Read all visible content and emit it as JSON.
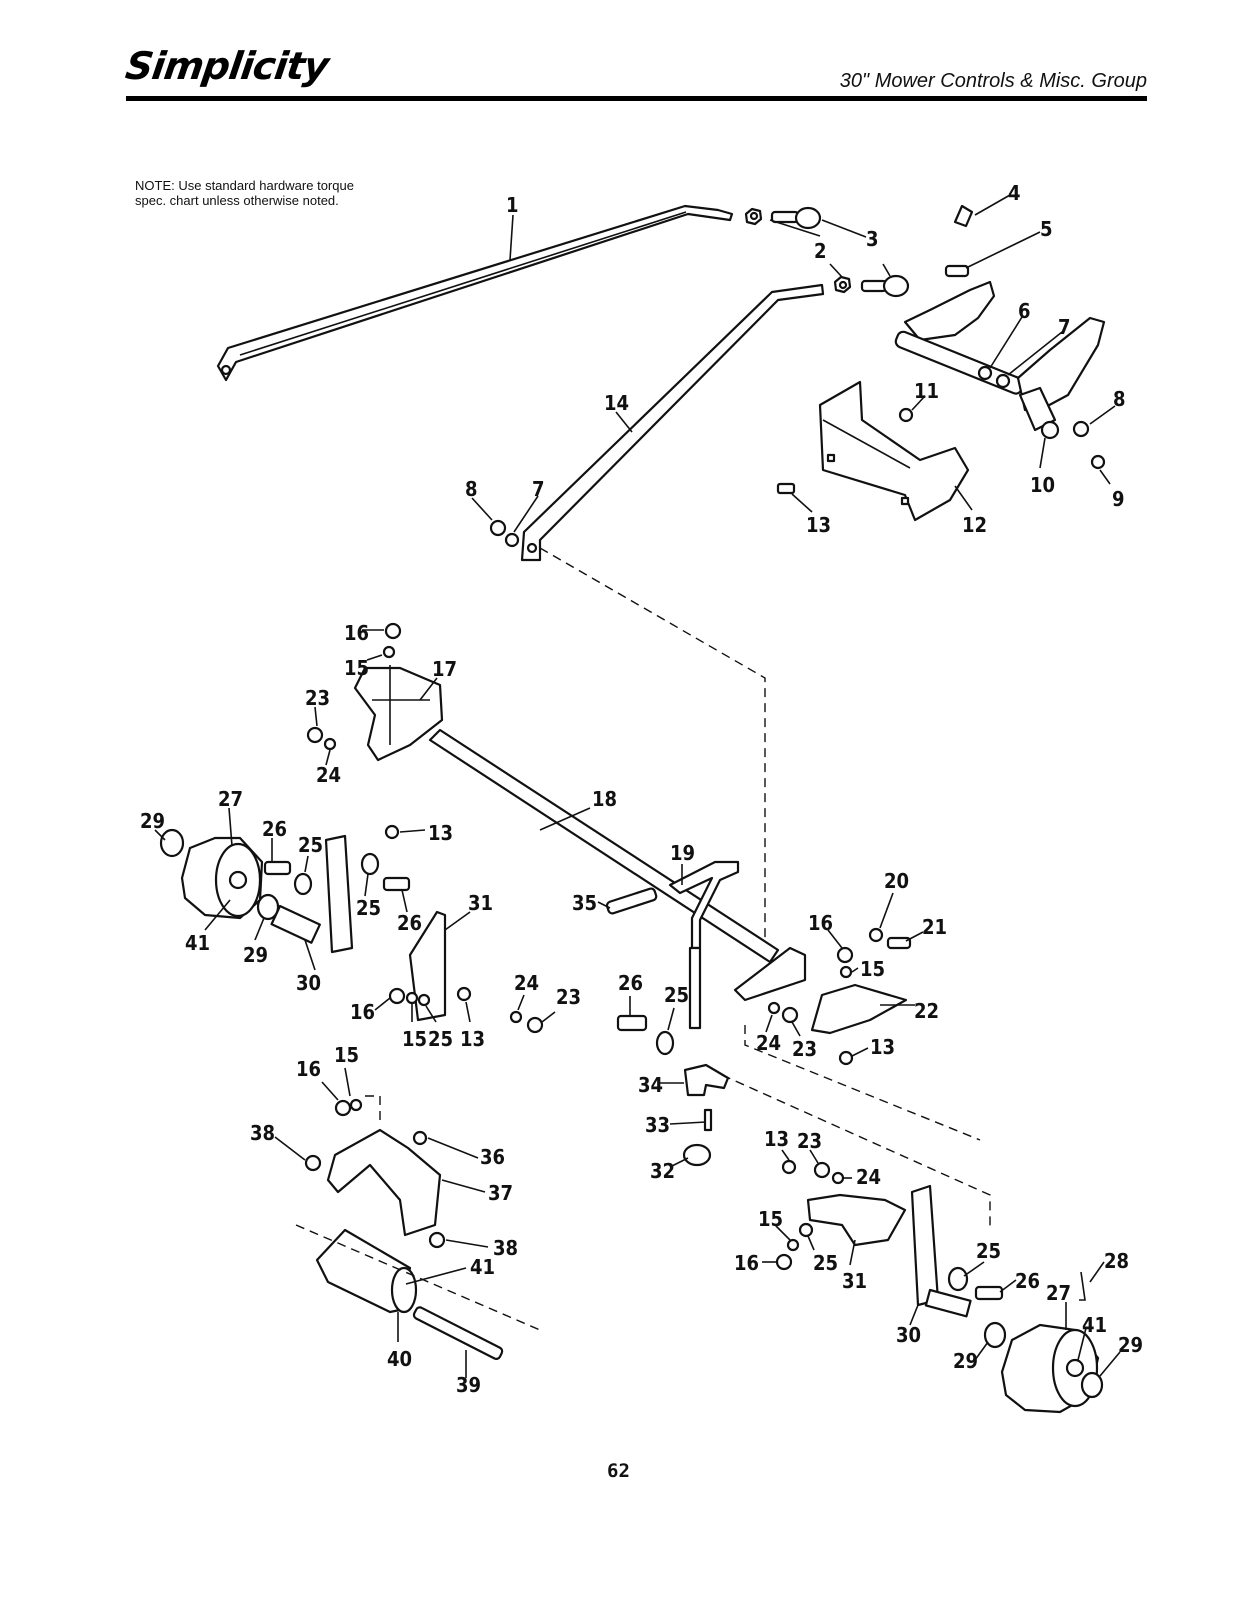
{
  "header": {
    "brand": "Simplicity",
    "title": "30\" Mower Controls & Misc. Group"
  },
  "note": "NOTE: Use standard hardware torque spec. chart unless otherwise noted.",
  "page_number": "62",
  "callouts": {
    "c1": "1",
    "c2a": "2",
    "c3": "3",
    "c4": "4",
    "c5": "5",
    "c6": "6",
    "c7a": "7",
    "c8a": "8",
    "c9": "9",
    "c10": "10",
    "c11": "11",
    "c12": "12",
    "c13a": "13",
    "c14": "14",
    "c8b": "8",
    "c7b": "7",
    "c16a": "16",
    "c15a": "15",
    "c17": "17",
    "c23a": "23",
    "c24a": "24",
    "c13b": "13",
    "c18": "18",
    "c27a": "27",
    "c29a": "29",
    "c26a": "26",
    "c25a": "25",
    "c25b": "25",
    "c26b": "26",
    "c41a": "41",
    "c29b": "29",
    "c30a": "30",
    "c31a": "31",
    "c16b": "16",
    "c15b": "15",
    "c25c": "25",
    "c13c": "13",
    "c24b": "24",
    "c23b": "23",
    "c19": "19",
    "c35": "35",
    "c20": "20",
    "c21": "21",
    "c16c": "16",
    "c15c": "15",
    "c22": "22",
    "c26c": "26",
    "c25d": "25",
    "c24c": "24",
    "c23c": "23",
    "c13d": "13",
    "c34": "34",
    "c33": "33",
    "c32": "32",
    "c15d": "15",
    "c16d": "16",
    "c38a": "38",
    "c36": "36",
    "c37": "37",
    "c38b": "38",
    "c41b": "41",
    "c40": "40",
    "c39": "39",
    "c13e": "13",
    "c23d": "23",
    "c24d": "24",
    "c15e": "15",
    "c16e": "16",
    "c25e": "25",
    "c31b": "31",
    "c25f": "25",
    "c26d": "26",
    "c28": "28",
    "c27b": "27",
    "c41c": "41",
    "c29c": "29",
    "c29d": "29",
    "c30b": "30"
  }
}
